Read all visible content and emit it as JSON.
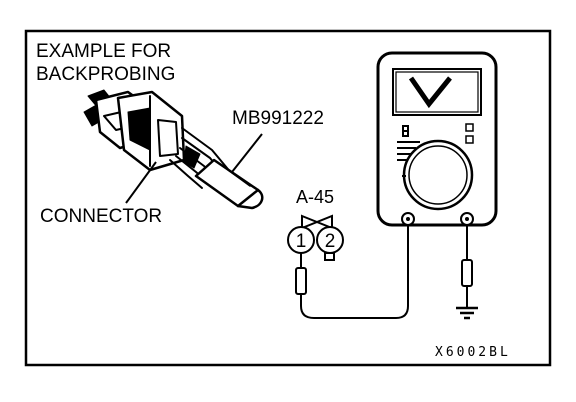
{
  "diagram": {
    "title_line1": "EXAMPLE FOR",
    "title_line2": "BACKPROBING",
    "tool_label": "MB991222",
    "connector_label": "CONNECTOR",
    "connector_id": "A-45",
    "pin_1": "1",
    "pin_2": "2",
    "figure_code": "X6002BL"
  },
  "icons": {
    "voltmeter": "dc-voltmeter-icon",
    "ground": "ground-symbol-icon",
    "probe": "backprobe-tool-icon"
  },
  "colors": {
    "line": "#000000",
    "background": "#ffffff"
  }
}
